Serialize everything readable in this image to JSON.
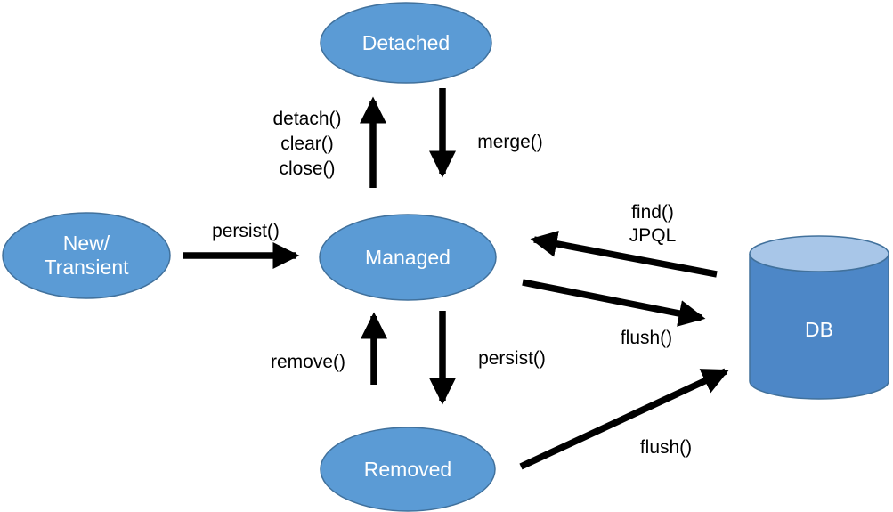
{
  "colors": {
    "node_fill": "#5b9bd5",
    "node_border": "#41719c",
    "cylinder_body": "#4d87c7",
    "cylinder_top": "#a8c6e8",
    "arrow": "#000000",
    "node_text": "#ffffff",
    "label_text": "#000000"
  },
  "nodes": {
    "detached": {
      "label": "Detached"
    },
    "new_transient": {
      "lines": [
        "New/",
        "Transient"
      ]
    },
    "managed": {
      "label": "Managed"
    },
    "removed": {
      "label": "Removed"
    },
    "db": {
      "label": "DB"
    }
  },
  "edges": {
    "persist_new_to_managed": {
      "label": "persist()"
    },
    "detach_managed_to_detached": {
      "lines": [
        "detach()",
        "clear()",
        "close()"
      ]
    },
    "merge_detached_to_managed": {
      "label": "merge()"
    },
    "remove_removed_to_managed": {
      "label": "remove()"
    },
    "persist_managed_to_removed": {
      "label": "persist()"
    },
    "find_db_to_managed": {
      "lines": [
        "find()",
        "JPQL"
      ]
    },
    "flush_managed_to_db": {
      "label": "flush()"
    },
    "flush_removed_to_db": {
      "label": "flush()"
    }
  }
}
